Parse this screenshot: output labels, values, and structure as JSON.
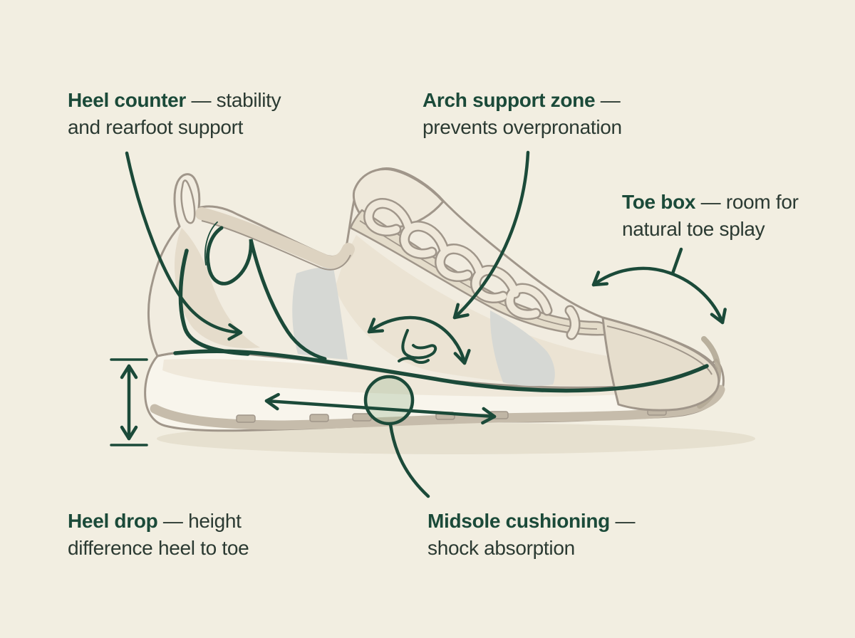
{
  "labels": {
    "heel_counter": {
      "term": "Heel counter",
      "sep": "—",
      "desc": "stability and rearfoot support"
    },
    "arch_support": {
      "term": "Arch support zone",
      "sep": "—",
      "desc": "prevents overpronation"
    },
    "toe_box": {
      "term": "Toe box",
      "sep": "—",
      "desc": "room for natural toe splay"
    },
    "heel_drop": {
      "term": "Heel drop",
      "sep": "—",
      "desc": "height difference heel to toe"
    },
    "midsole": {
      "term": "Midsole cushioning",
      "sep": "—",
      "desc": "shock absorption"
    }
  },
  "icons": {
    "heel_counter_arrow": "curved-arrow",
    "arch_support_arrow": "curved-arrow",
    "arch_zone_arc": "double-headed-arc-arrow",
    "arch_glyph": "foot-arch-glyph",
    "toe_box_arc": "double-headed-arc-arrow",
    "heel_drop_measure": "vertical-measure-arrow",
    "midsole_circle": "cushion-circle",
    "midsole_span_arrow": "horizontal-double-arrow"
  },
  "colors": {
    "bg": "#f2eee1",
    "green": "#1b4a39",
    "text": "#2b3a32",
    "outline": "#a0968a",
    "cream": "#f1ece0",
    "beige": "#e4dcca",
    "beige-deep": "#ddd3c1",
    "gray-panel": "#d6d8d4",
    "sole-white": "#f8f5ec",
    "outsole": "#c6bcab",
    "shadow": "#e6e0cf",
    "circle-fill": "#d9e2d3"
  }
}
